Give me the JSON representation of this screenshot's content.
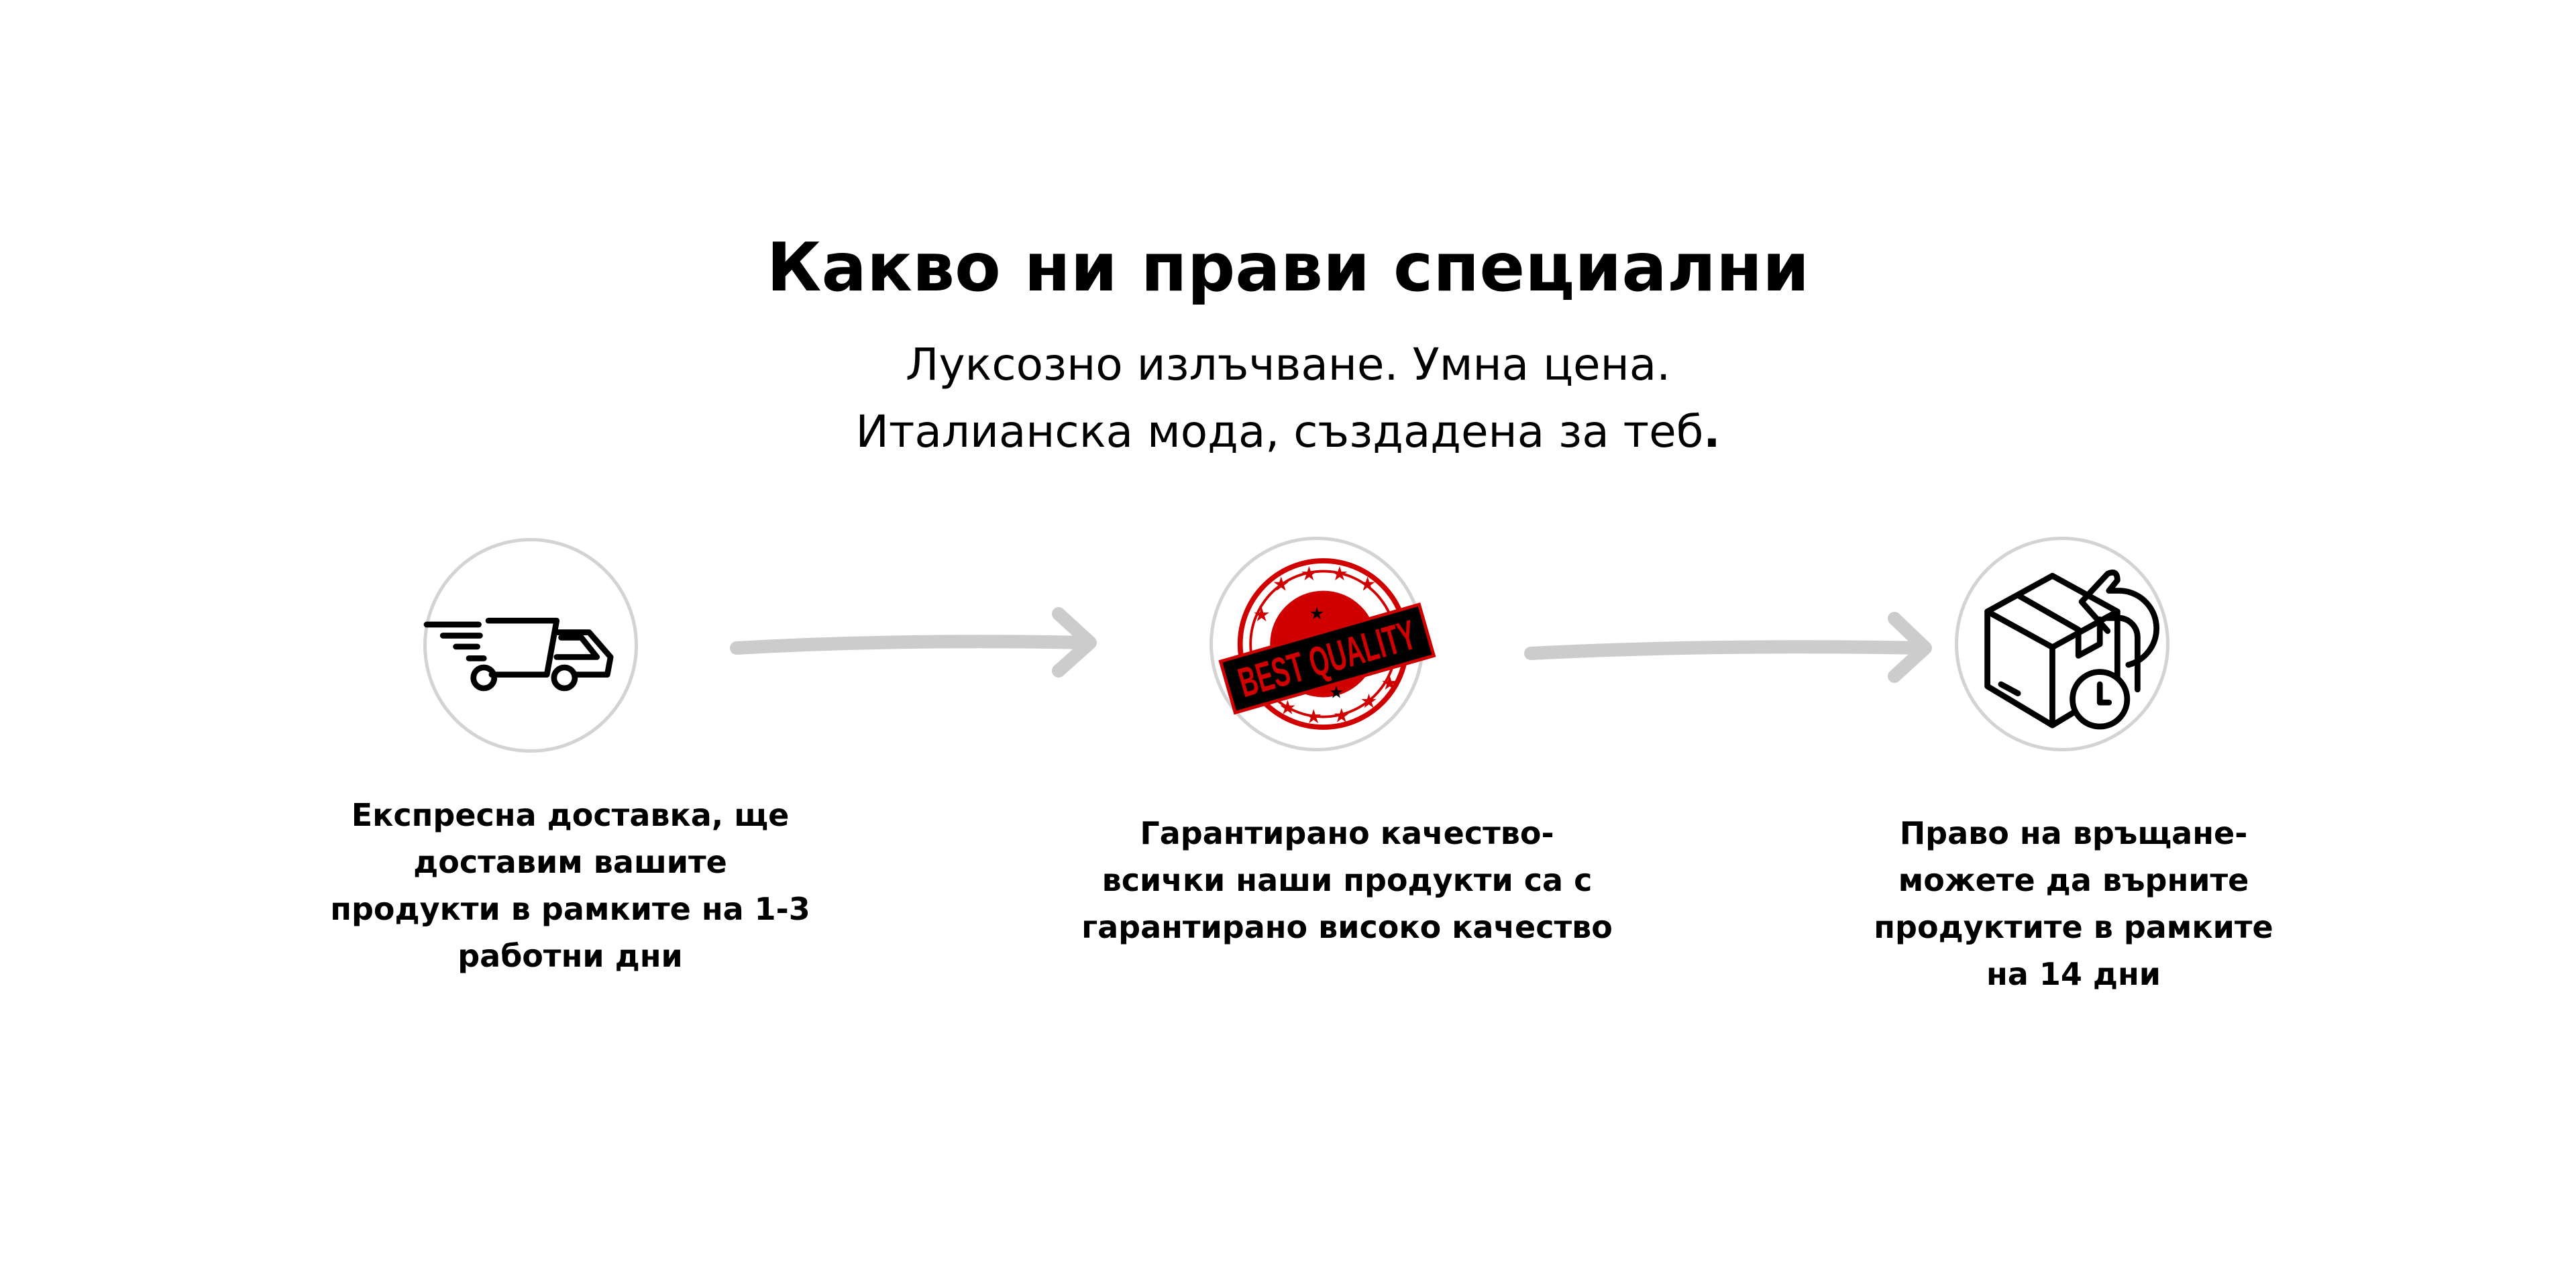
{
  "header": {
    "title": "Какво ни прави специални",
    "subtitle_line1": "Луксозно излъчване. Умна цена.",
    "subtitle_line2": "Италианска мода, създадена за теб",
    "subtitle_line2_end": "."
  },
  "features": [
    {
      "icon": "truck-icon",
      "lines": [
        "Експресна доставка, ще",
        "доставим вашите",
        "продукти в рамките на 1-3",
        "работни дни"
      ]
    },
    {
      "icon": "best-quality-badge-icon",
      "badge_text": "BEST QUALITY",
      "lines": [
        "Гарантирано качество-",
        "всички наши продукти са с",
        "гарантирано високо качество"
      ]
    },
    {
      "icon": "return-box-icon",
      "lines": [
        "Право на връщане-",
        "можете да върните",
        "продуктите в рамките",
        "на 14 дни"
      ]
    }
  ],
  "colors": {
    "badge_red": "#d10000",
    "arrow_gray": "#cccccc",
    "circle_border": "#d3d3d3"
  }
}
